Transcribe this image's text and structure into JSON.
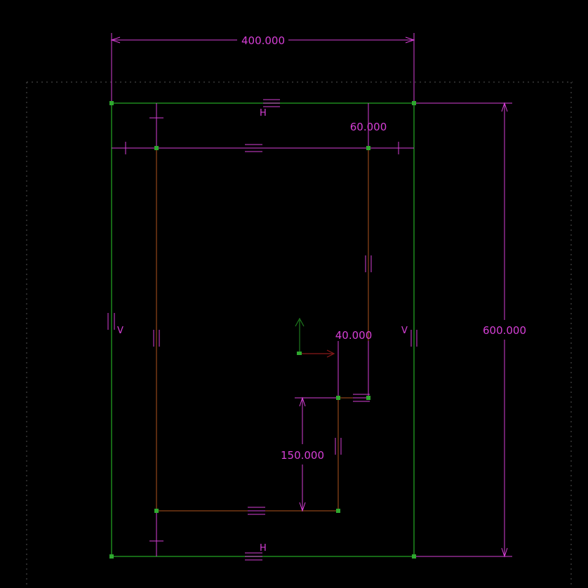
{
  "colors": {
    "background": "#000000",
    "outer_profile": "#1e8a1e",
    "inner_profile": "#b0541e",
    "dimension": "#d63fd6",
    "boundary": "#555555",
    "point": "#2fa82f",
    "axis_x": "#8b1a1a",
    "axis_y": "#1e7a1e"
  },
  "dimensions": {
    "width": "400.000",
    "height": "600.000",
    "offset": "60.000",
    "notch_width": "40.000",
    "notch_height": "150.000"
  },
  "constraints": {
    "horizontal": "H",
    "vertical": "V"
  }
}
